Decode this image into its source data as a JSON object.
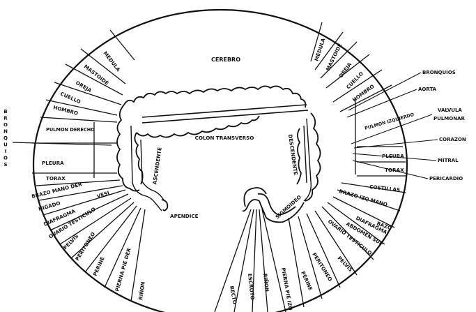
{
  "center_labels": {
    "cerebro": "CEREBRO",
    "colon_transverso": "COLON TRANSVERSO",
    "ascendente": "ASCENDENTE",
    "descendente": "DESCENDENTE",
    "apendice": "APENDICE",
    "sigmoideo": "SIGMOIDEO"
  },
  "left_zones": {
    "medula": "MEDULA",
    "mastoide": "MASTOIDE",
    "oreja": "OREJA",
    "cuello": "CUELLO",
    "hombro": "HOMBRO",
    "pulmon_derecho": "PULMON DERECHO",
    "pleura": "PLEURA",
    "torax": "TORAX",
    "brazo_mano_der": "BRAZO MANO DER",
    "higado": "HIGADO",
    "vesi": "VESI",
    "diafragma": "DIAFRAGMA",
    "ovario_testiculo": "OVARIO TESTICULO",
    "pelvis": "PELVIS",
    "peritoneo": "PERITONEO",
    "perine": "PERINE",
    "pierna_pie_der": "PIERNA PIE DER",
    "rinon": "RIÑON"
  },
  "right_zones": {
    "medula": "MEDULA",
    "mastoide": "MASTOIDE",
    "oreja": "OREJA",
    "cuello": "CUELLO",
    "hombro": "HOMBRO",
    "pulmon_izquierdo": "PULMON IZQUIERDO",
    "pleura": "PLEURA",
    "torax": "TORAX",
    "costillas": "COSTILLAS",
    "brazo_izq_mano": "BRAZO IZQ MANO",
    "bazo": "BAZO",
    "diafragma": "DIAFRAGMA",
    "abdomen_sup": "ABDOMEN SUP",
    "ovario_testiculo": "OVARIO TESTICULO",
    "pelvis": "PELVIS",
    "peritoneo": "PERITONEO",
    "perine": "PERINE",
    "pierna_pie_izq": "PIERNA PIE IZQ",
    "rinon": "RIÑON",
    "escroto": "ESCROTO",
    "recto": "RECTO"
  },
  "external_labels": {
    "bronquios_left": "BRONQUIOS",
    "bronquios_right": "BRONQUIOS",
    "aorta": "AORTA",
    "valvula_pulmonar": "VALVULA PULMONAR",
    "corazon": "CORAZON",
    "mitral": "MITRAL",
    "pericardio": "PERICARDIO"
  }
}
